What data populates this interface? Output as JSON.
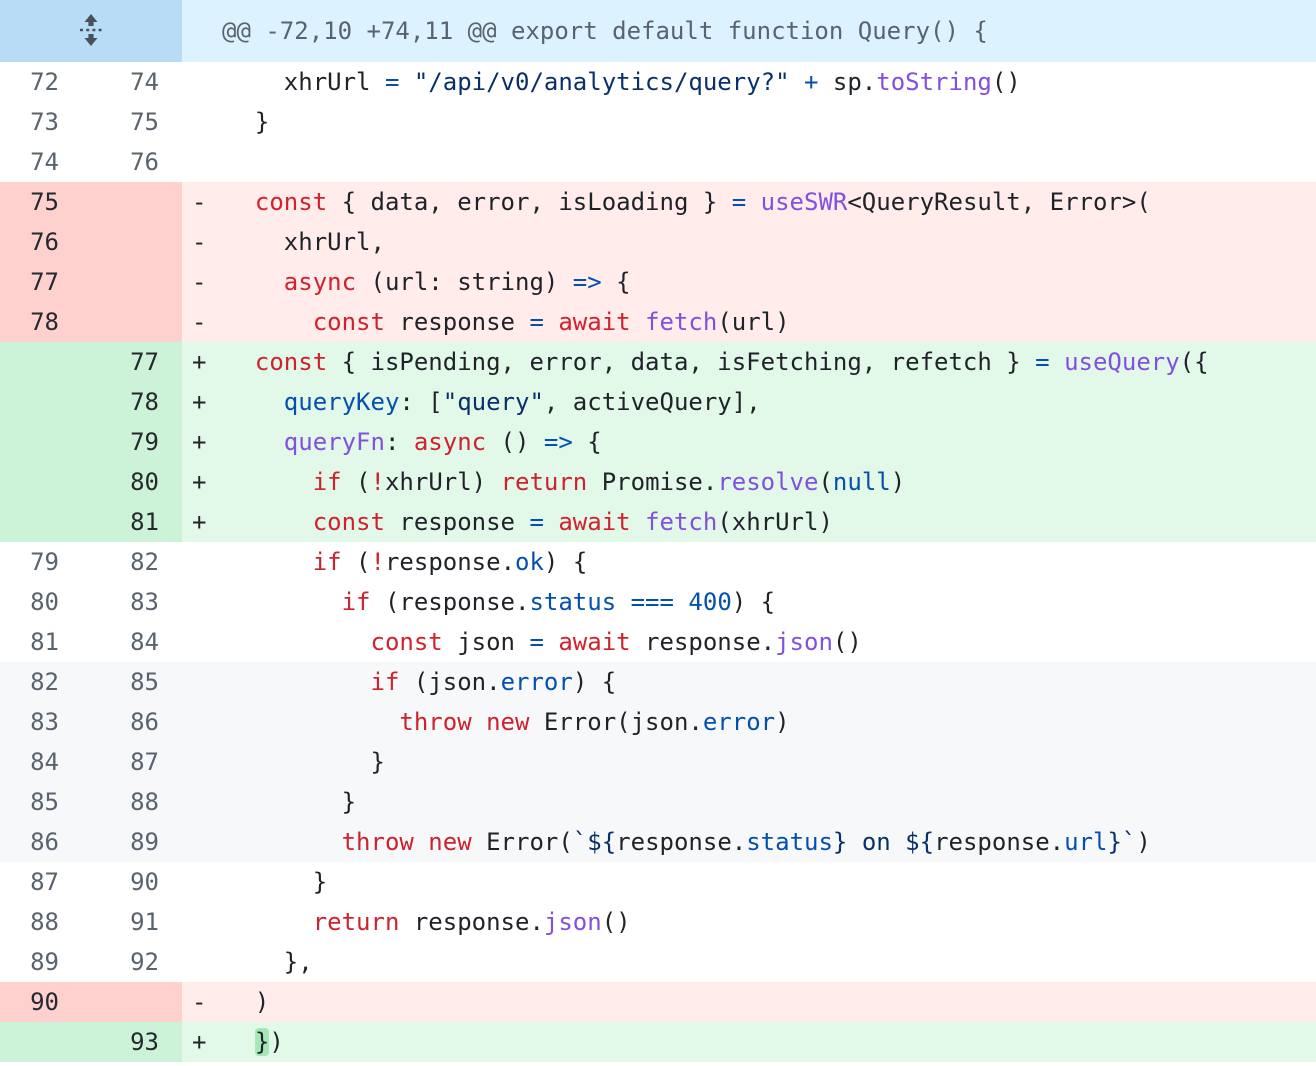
{
  "diff": {
    "hunk_header": "@@ -72,10 +74,11 @@ export default function Query() {",
    "expand_icon": "unfold-icon",
    "colors": {
      "hunk_bg": "#ddf2ff",
      "hunk_gutter_bg": "#b9dcf6",
      "hunk_text": "#59636e",
      "deletion_bg": "#ffeceb",
      "deletion_gutter_bg": "#ffd1ce",
      "addition_bg": "#e2f8e9",
      "addition_gutter_bg": "#ccf2d8",
      "word_highlight": "#a5e8b5",
      "shaded_bg": "#f6f8fa",
      "syntax_default": "#1f2328",
      "syntax_keyword": "#cf222e",
      "syntax_constant": "#0550ae",
      "syntax_entity": "#8250df",
      "syntax_string": "#0a3069",
      "line_number": "#59636e"
    },
    "rows": [
      {
        "o": "72",
        "n": "74",
        "t": "ctx",
        "m": "",
        "seg": [
          [
            "d",
            "    xhrUrl "
          ],
          [
            "b",
            "="
          ],
          [
            "d",
            " "
          ],
          [
            "s",
            "\"/api/v0/analytics/query?\""
          ],
          [
            "d",
            " "
          ],
          [
            "b",
            "+"
          ],
          [
            "d",
            " sp."
          ],
          [
            "p",
            "toString"
          ],
          [
            "d",
            "()"
          ]
        ]
      },
      {
        "o": "73",
        "n": "75",
        "t": "ctx",
        "m": "",
        "seg": [
          [
            "d",
            "  }"
          ]
        ]
      },
      {
        "o": "74",
        "n": "76",
        "t": "ctx",
        "m": "",
        "seg": []
      },
      {
        "o": "75",
        "n": "",
        "t": "del",
        "m": "-",
        "seg": [
          [
            "d",
            "  "
          ],
          [
            "k",
            "const"
          ],
          [
            "d",
            " { data, error, isLoading } "
          ],
          [
            "b",
            "="
          ],
          [
            "d",
            " "
          ],
          [
            "p",
            "useSWR"
          ],
          [
            "d",
            "<QueryResult, Error>("
          ]
        ]
      },
      {
        "o": "76",
        "n": "",
        "t": "del",
        "m": "-",
        "seg": [
          [
            "d",
            "    xhrUrl,"
          ]
        ]
      },
      {
        "o": "77",
        "n": "",
        "t": "del",
        "m": "-",
        "seg": [
          [
            "d",
            "    "
          ],
          [
            "k",
            "async"
          ],
          [
            "d",
            " (url: string) "
          ],
          [
            "b",
            "=>"
          ],
          [
            "d",
            " {"
          ]
        ]
      },
      {
        "o": "78",
        "n": "",
        "t": "del",
        "m": "-",
        "seg": [
          [
            "d",
            "      "
          ],
          [
            "k",
            "const"
          ],
          [
            "d",
            " response "
          ],
          [
            "b",
            "="
          ],
          [
            "d",
            " "
          ],
          [
            "k",
            "await"
          ],
          [
            "d",
            " "
          ],
          [
            "p",
            "fetch"
          ],
          [
            "d",
            "(url)"
          ]
        ]
      },
      {
        "o": "",
        "n": "77",
        "t": "add",
        "m": "+",
        "seg": [
          [
            "d",
            "  "
          ],
          [
            "k",
            "const"
          ],
          [
            "d",
            " { isPending, error, data, isFetching, refetch } "
          ],
          [
            "b",
            "="
          ],
          [
            "d",
            " "
          ],
          [
            "p",
            "useQuery"
          ],
          [
            "d",
            "({"
          ]
        ]
      },
      {
        "o": "",
        "n": "78",
        "t": "add",
        "m": "+",
        "seg": [
          [
            "d",
            "    "
          ],
          [
            "b",
            "queryKey"
          ],
          [
            "d",
            ": ["
          ],
          [
            "s",
            "\"query\""
          ],
          [
            "d",
            ", activeQuery],"
          ]
        ]
      },
      {
        "o": "",
        "n": "79",
        "t": "add",
        "m": "+",
        "seg": [
          [
            "d",
            "    "
          ],
          [
            "p",
            "queryFn"
          ],
          [
            "d",
            ": "
          ],
          [
            "k",
            "async"
          ],
          [
            "d",
            " () "
          ],
          [
            "b",
            "=>"
          ],
          [
            "d",
            " {"
          ]
        ]
      },
      {
        "o": "",
        "n": "80",
        "t": "add",
        "m": "+",
        "seg": [
          [
            "d",
            "      "
          ],
          [
            "k",
            "if"
          ],
          [
            "d",
            " ("
          ],
          [
            "k",
            "!"
          ],
          [
            "d",
            "xhrUrl) "
          ],
          [
            "k",
            "return"
          ],
          [
            "d",
            " Promise."
          ],
          [
            "p",
            "resolve"
          ],
          [
            "d",
            "("
          ],
          [
            "b",
            "null"
          ],
          [
            "d",
            ")"
          ]
        ]
      },
      {
        "o": "",
        "n": "81",
        "t": "add",
        "m": "+",
        "seg": [
          [
            "d",
            "      "
          ],
          [
            "k",
            "const"
          ],
          [
            "d",
            " response "
          ],
          [
            "b",
            "="
          ],
          [
            "d",
            " "
          ],
          [
            "k",
            "await"
          ],
          [
            "d",
            " "
          ],
          [
            "p",
            "fetch"
          ],
          [
            "d",
            "(xhrUrl)"
          ]
        ]
      },
      {
        "o": "79",
        "n": "82",
        "t": "ctx",
        "m": "",
        "seg": [
          [
            "d",
            "      "
          ],
          [
            "k",
            "if"
          ],
          [
            "d",
            " ("
          ],
          [
            "k",
            "!"
          ],
          [
            "d",
            "response."
          ],
          [
            "b",
            "ok"
          ],
          [
            "d",
            ") {"
          ]
        ]
      },
      {
        "o": "80",
        "n": "83",
        "t": "ctx",
        "m": "",
        "seg": [
          [
            "d",
            "        "
          ],
          [
            "k",
            "if"
          ],
          [
            "d",
            " (response."
          ],
          [
            "b",
            "status"
          ],
          [
            "d",
            " "
          ],
          [
            "b",
            "==="
          ],
          [
            "d",
            " "
          ],
          [
            "b",
            "400"
          ],
          [
            "d",
            ") {"
          ]
        ]
      },
      {
        "o": "81",
        "n": "84",
        "t": "ctx",
        "m": "",
        "seg": [
          [
            "d",
            "          "
          ],
          [
            "k",
            "const"
          ],
          [
            "d",
            " json "
          ],
          [
            "b",
            "="
          ],
          [
            "d",
            " "
          ],
          [
            "k",
            "await"
          ],
          [
            "d",
            " response."
          ],
          [
            "p",
            "json"
          ],
          [
            "d",
            "()"
          ]
        ]
      },
      {
        "o": "82",
        "n": "85",
        "t": "ctx",
        "m": "",
        "sh": true,
        "shTop": true,
        "seg": [
          [
            "d",
            "          "
          ],
          [
            "k",
            "if"
          ],
          [
            "d",
            " (json."
          ],
          [
            "b",
            "error"
          ],
          [
            "d",
            ") {"
          ]
        ]
      },
      {
        "o": "83",
        "n": "86",
        "t": "ctx",
        "m": "",
        "sh": true,
        "seg": [
          [
            "d",
            "            "
          ],
          [
            "k",
            "throw"
          ],
          [
            "d",
            " "
          ],
          [
            "k",
            "new"
          ],
          [
            "d",
            " Error(json."
          ],
          [
            "b",
            "error"
          ],
          [
            "d",
            ")"
          ]
        ]
      },
      {
        "o": "84",
        "n": "87",
        "t": "ctx",
        "m": "",
        "sh": true,
        "seg": [
          [
            "d",
            "          }"
          ]
        ]
      },
      {
        "o": "85",
        "n": "88",
        "t": "ctx",
        "m": "",
        "sh": true,
        "seg": [
          [
            "d",
            "        }"
          ]
        ]
      },
      {
        "o": "86",
        "n": "89",
        "t": "ctx",
        "m": "",
        "sh": true,
        "shBot": true,
        "seg": [
          [
            "d",
            "        "
          ],
          [
            "k",
            "throw"
          ],
          [
            "d",
            " "
          ],
          [
            "k",
            "new"
          ],
          [
            "d",
            " Error("
          ],
          [
            "s",
            "`${"
          ],
          [
            "d",
            "response."
          ],
          [
            "b",
            "status"
          ],
          [
            "s",
            "} on ${"
          ],
          [
            "d",
            "response."
          ],
          [
            "b",
            "url"
          ],
          [
            "s",
            "}`"
          ],
          [
            "d",
            ")"
          ]
        ]
      },
      {
        "o": "87",
        "n": "90",
        "t": "ctx",
        "m": "",
        "seg": [
          [
            "d",
            "      }"
          ]
        ]
      },
      {
        "o": "88",
        "n": "91",
        "t": "ctx",
        "m": "",
        "seg": [
          [
            "d",
            "      "
          ],
          [
            "k",
            "return"
          ],
          [
            "d",
            " response."
          ],
          [
            "p",
            "json"
          ],
          [
            "d",
            "()"
          ]
        ]
      },
      {
        "o": "89",
        "n": "92",
        "t": "ctx",
        "m": "",
        "seg": [
          [
            "d",
            "    },"
          ]
        ]
      },
      {
        "o": "90",
        "n": "",
        "t": "del",
        "m": "-",
        "seg": [
          [
            "d",
            "  )"
          ]
        ]
      },
      {
        "o": "",
        "n": "93",
        "t": "add",
        "m": "+",
        "seg": [
          [
            "d",
            "  "
          ],
          [
            "hl",
            "}"
          ],
          [
            "d",
            ")"
          ]
        ]
      }
    ]
  }
}
